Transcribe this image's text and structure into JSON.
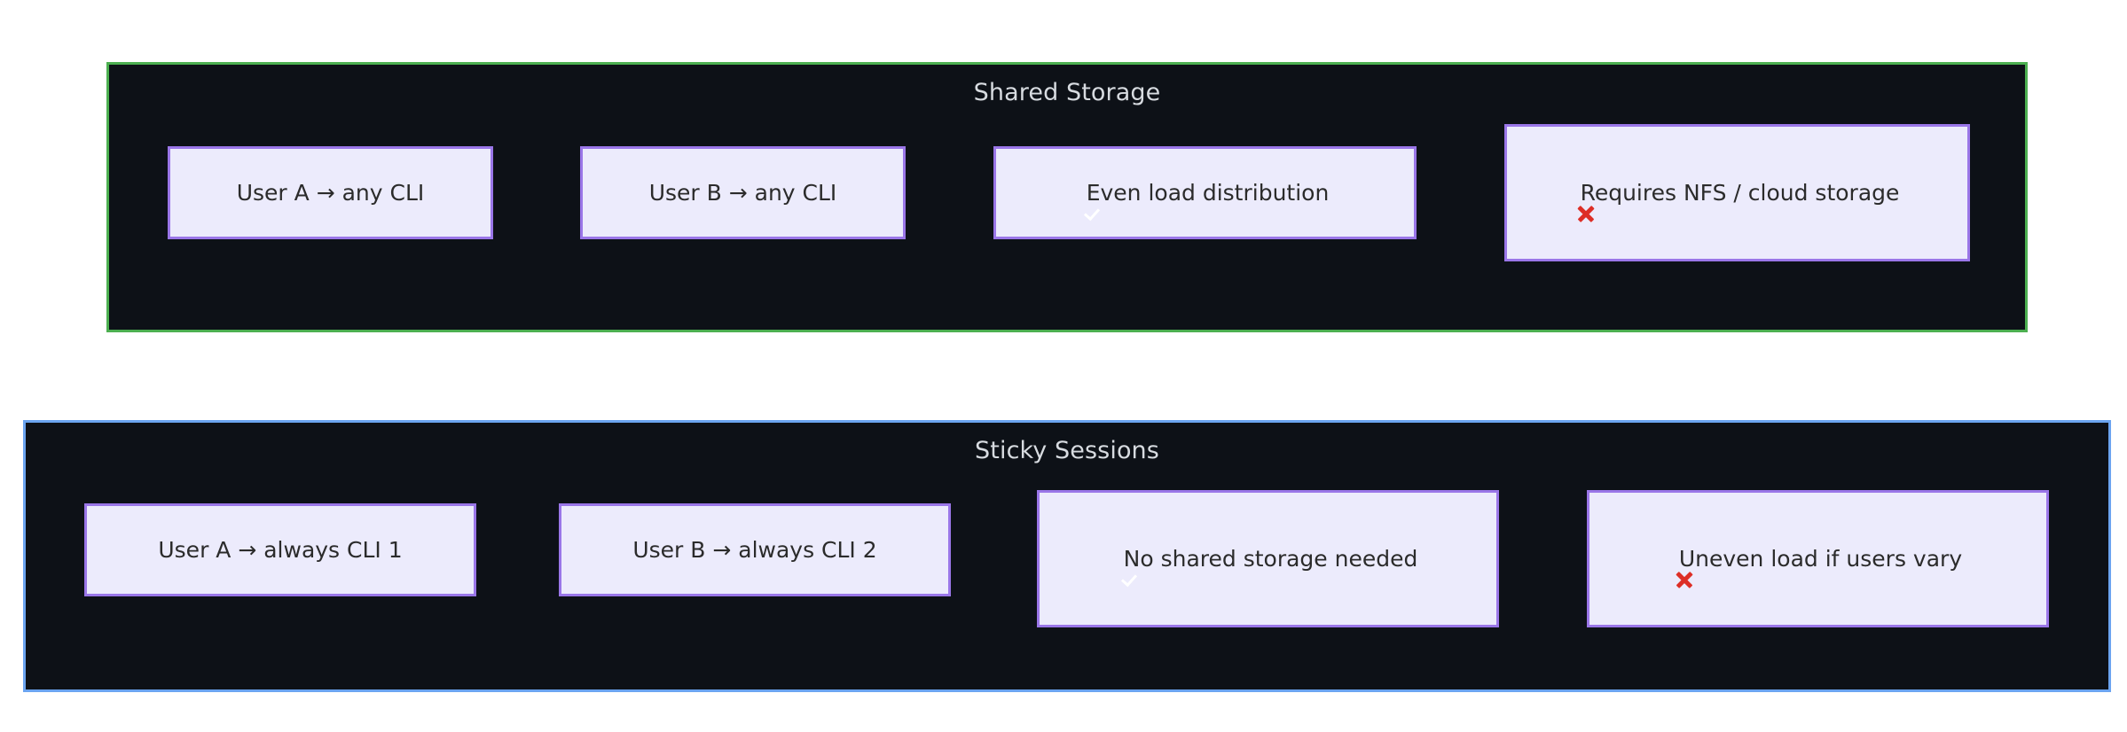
{
  "diagram": {
    "type": "comparison-diagram",
    "background": "#ffffff",
    "groups": [
      {
        "id": "shared-storage",
        "title": "Shared Storage",
        "border_color": "#4caf50",
        "fill_color": "#0d1117",
        "title_color": "#d7dbe0",
        "nodes": [
          {
            "id": "user-a-any-cli",
            "icon": "none",
            "text": "User A → any CLI",
            "fill": "#ecebfc",
            "border": "#9a76e8"
          },
          {
            "id": "user-b-any-cli",
            "icon": "none",
            "text": "User B → any CLI",
            "fill": "#ecebfc",
            "border": "#9a76e8"
          },
          {
            "id": "even-load-distribution",
            "icon": "check-mark-button-icon",
            "text": "Even load distribution",
            "fill": "#ecebfc",
            "border": "#9a76e8"
          },
          {
            "id": "requires-nfs-cloud-storage",
            "icon": "cross-mark-icon",
            "text": "Requires NFS / cloud storage",
            "fill": "#ecebfc",
            "border": "#9a76e8"
          }
        ]
      },
      {
        "id": "sticky-sessions",
        "title": "Sticky Sessions",
        "border_color": "#6ba4f0",
        "fill_color": "#0d1117",
        "title_color": "#d7dbe0",
        "nodes": [
          {
            "id": "user-a-always-cli-1",
            "icon": "none",
            "text": "User A → always CLI 1",
            "fill": "#ecebfc",
            "border": "#9a76e8"
          },
          {
            "id": "user-b-always-cli-2",
            "icon": "none",
            "text": "User B → always CLI 2",
            "fill": "#ecebfc",
            "border": "#9a76e8"
          },
          {
            "id": "no-shared-storage-needed",
            "icon": "check-mark-button-icon",
            "text": "No shared storage needed",
            "fill": "#ecebfc",
            "border": "#9a76e8"
          },
          {
            "id": "uneven-load-if-users-vary",
            "icon": "cross-mark-icon",
            "text": "Uneven load if users vary",
            "fill": "#ecebfc",
            "border": "#9a76e8"
          }
        ]
      }
    ]
  }
}
